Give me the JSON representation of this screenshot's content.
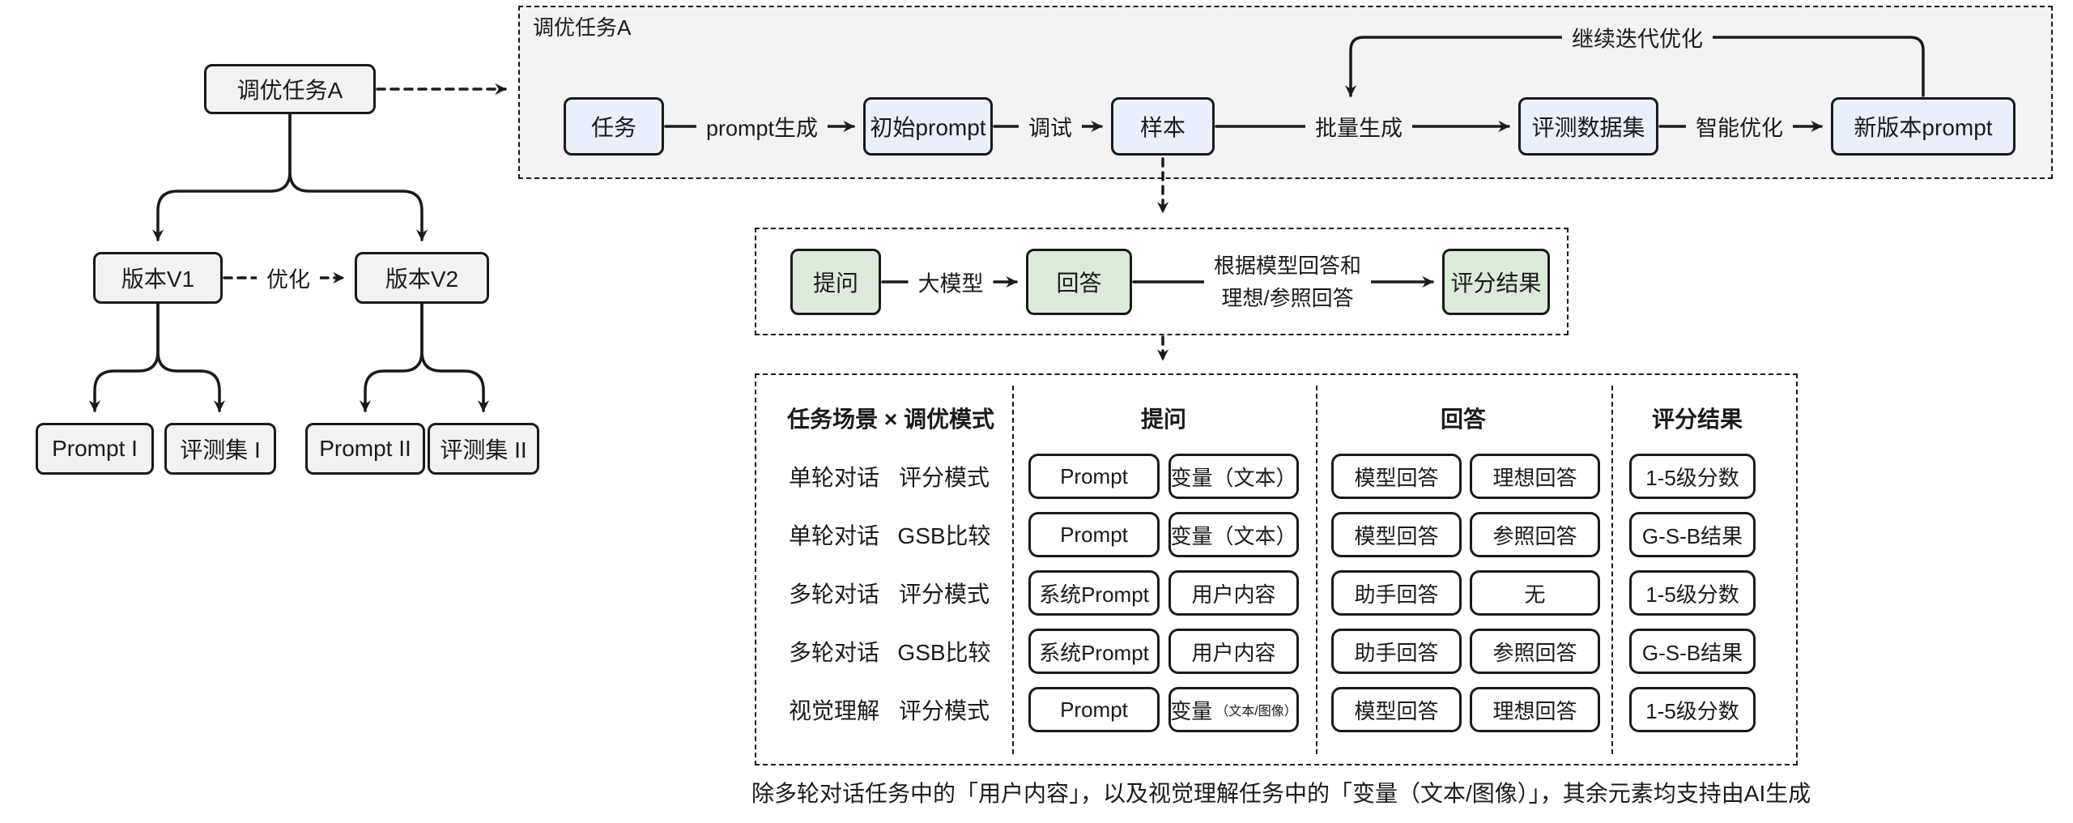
{
  "colors": {
    "stroke": "#1a1a1a",
    "gray_fill": "#f2f2f2",
    "blue_fill": "#e9effc",
    "green_fill": "#dcebd9",
    "panel_fill": "#f2f3f4"
  },
  "left_tree": {
    "task": "调优任务A",
    "v1": "版本V1",
    "v2": "版本V2",
    "optimize_label": "优化",
    "prompt1": "Prompt I",
    "evalset1": "评测集 I",
    "prompt2": "Prompt II",
    "evalset2": "评测集 II"
  },
  "pipeline": {
    "title": "调优任务A",
    "nodes": {
      "task": "任务",
      "initial_prompt": "初始prompt",
      "sample": "样本",
      "eval_dataset": "评测数据集",
      "new_prompt": "新版本prompt"
    },
    "edge_labels": {
      "prompt_gen": "prompt生成",
      "debug": "调试",
      "batch_gen": "批量生成",
      "smart_opt": "智能优化",
      "iterate": "继续迭代优化"
    }
  },
  "scoring_flow": {
    "ask": "提问",
    "llm_label": "大模型",
    "answer": "回答",
    "criteria_line1": "根据模型回答和",
    "criteria_line2": "理想/参照回答",
    "result": "评分结果"
  },
  "matrix": {
    "headers": {
      "scene_mode": "任务场景 × 调优模式",
      "ask": "提问",
      "answer": "回答",
      "score": "评分结果"
    },
    "rows": [
      {
        "scene": "单轮对话",
        "mode": "评分模式",
        "q1": "Prompt",
        "q2": "变量（文本）",
        "a1": "模型回答",
        "a2": "理想回答",
        "score": "1-5级分数"
      },
      {
        "scene": "单轮对话",
        "mode": "GSB比较",
        "q1": "Prompt",
        "q2": "变量（文本）",
        "a1": "模型回答",
        "a2": "参照回答",
        "score": "G-S-B结果"
      },
      {
        "scene": "多轮对话",
        "mode": "评分模式",
        "q1": "系统Prompt",
        "q2": "用户内容",
        "a1": "助手回答",
        "a2": "无",
        "score": "1-5级分数"
      },
      {
        "scene": "多轮对话",
        "mode": "GSB比较",
        "q1": "系统Prompt",
        "q2": "用户内容",
        "a1": "助手回答",
        "a2": "参照回答",
        "score": "G-S-B结果"
      },
      {
        "scene": "视觉理解",
        "mode": "评分模式",
        "q1": "Prompt",
        "q2": "变量",
        "q2_small": "（文本/图像）",
        "a1": "模型回答",
        "a2": "理想回答",
        "score": "1-5级分数"
      }
    ]
  },
  "footnote": "除多轮对话任务中的「用户内容」，以及视觉理解任务中的「变量（文本/图像）」，其余元素均支持由AI生成"
}
